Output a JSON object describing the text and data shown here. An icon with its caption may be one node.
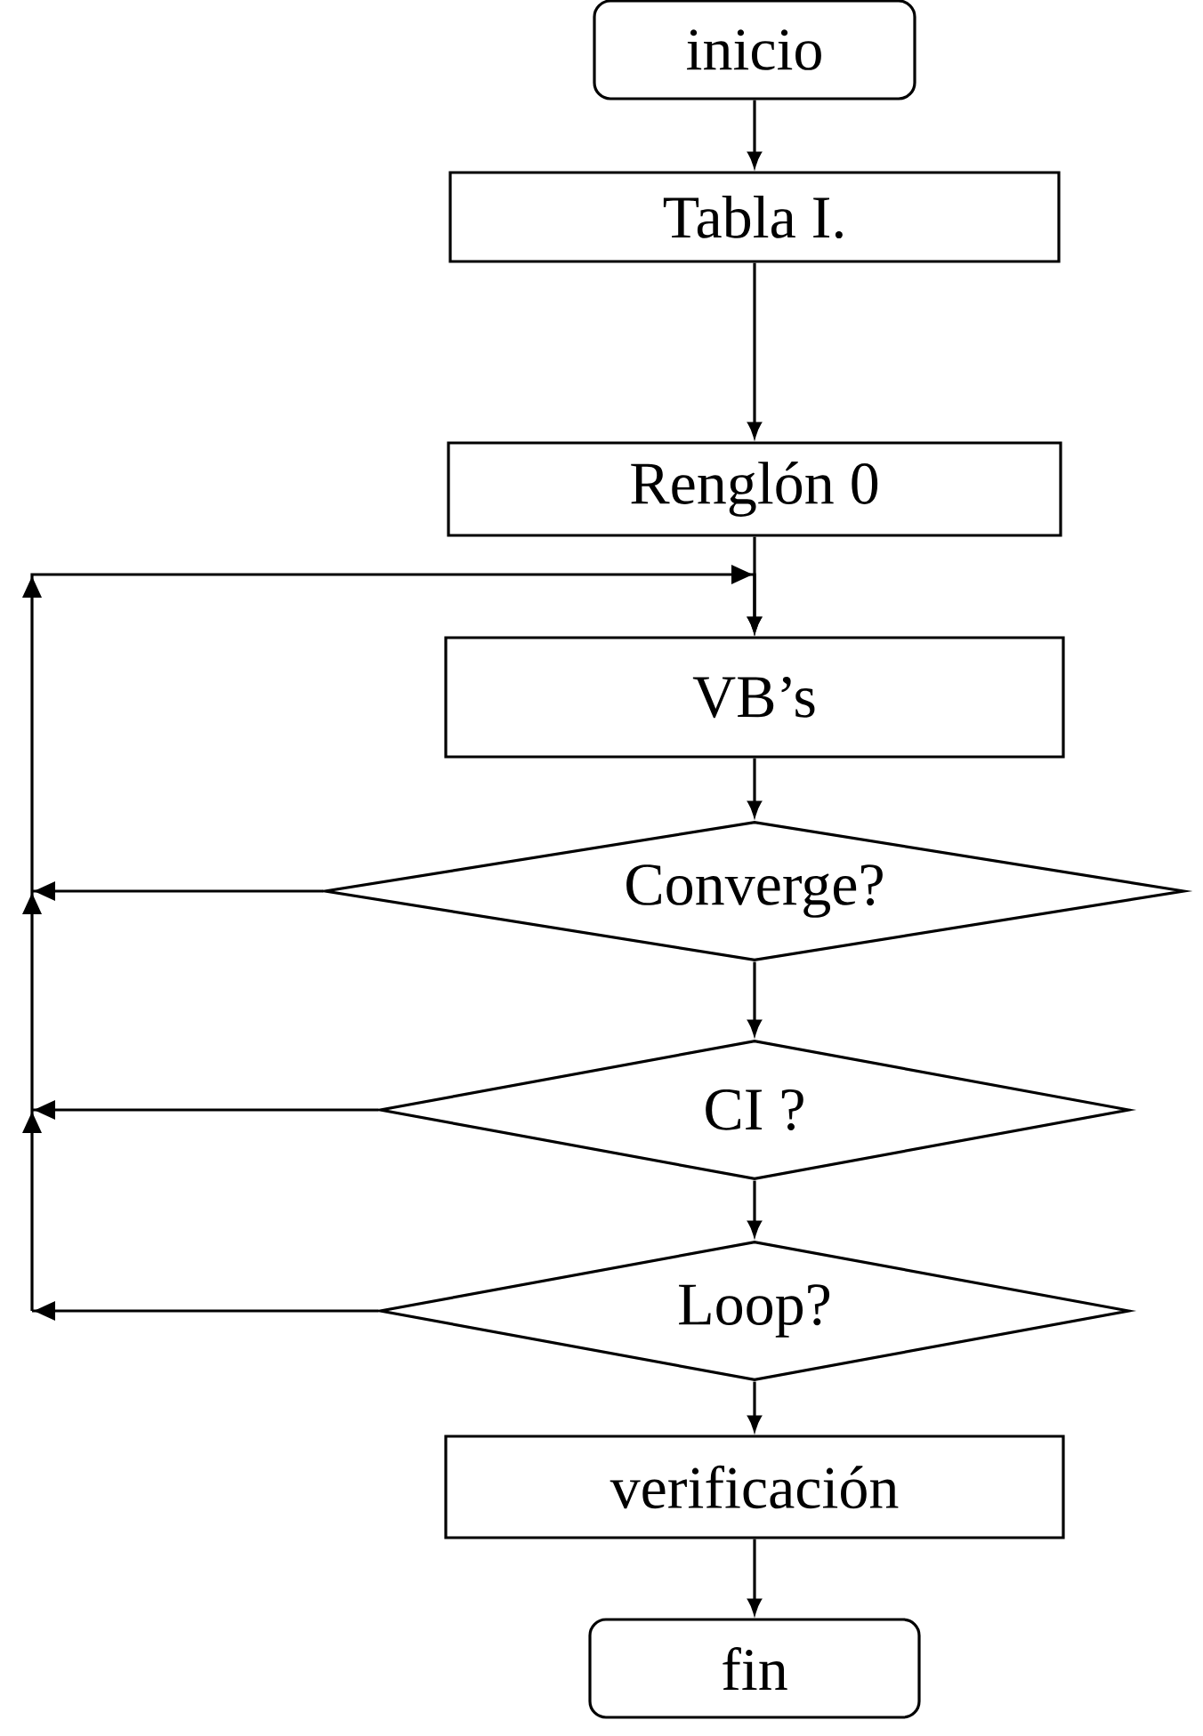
{
  "diagram": {
    "nodes": [
      {
        "text": [
          "inicio"
        ]
      },
      {
        "text": [
          "Tabla I."
        ]
      },
      {
        "text": [
          "Renglón 0"
        ]
      },
      {
        "text": [
          "VB’s"
        ]
      },
      {
        "text": [
          "Converge?"
        ]
      },
      {
        "text": [
          "CI ?"
        ]
      },
      {
        "text": [
          "Loop?"
        ]
      },
      {
        "text": [
          "verificación"
        ]
      },
      {
        "text": [
          "fin"
        ]
      }
    ],
    "edges": [
      {
        "from": 0,
        "to": 1,
        "arrow": "to"
      },
      {
        "from": 1,
        "to": 2,
        "arrow": "to"
      },
      {
        "from": 2,
        "to": 3,
        "arrow": "to"
      },
      {
        "from": 3,
        "to": 4,
        "arrow": "to"
      },
      {
        "from": 4,
        "to": 5,
        "arrow": "to"
      },
      {
        "from": 5,
        "to": 6,
        "arrow": "to"
      },
      {
        "from": 6,
        "to": 7,
        "arrow": "to"
      },
      {
        "from": 7,
        "to": 8,
        "arrow": "to"
      },
      {
        "from": 4,
        "to": 3,
        "arrow": "to"
      },
      {
        "from": 5,
        "to": 3,
        "arrow": "to"
      },
      {
        "from": 6,
        "to": 3,
        "arrow": "to"
      }
    ]
  }
}
